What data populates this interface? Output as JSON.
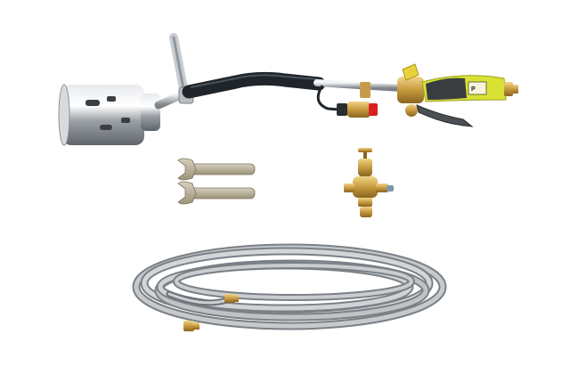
{
  "photo": {
    "background": "#ffffff",
    "subjects": [
      "torch-assembly",
      "spanner-wrenches",
      "pressure-regulator",
      "gas-hose-coil"
    ]
  },
  "torch": {
    "handle_logo": "P",
    "colors": {
      "nozzle": "#c9cdd2",
      "hose_sleeve": "#1f252b",
      "handle": "#d9e234",
      "handle_grip": "#3a3d40",
      "brass": "#c9a24a",
      "valve_knob": "#e8d23a",
      "safety_valve_red": "#d82020"
    }
  },
  "wrenches": {
    "count": 2,
    "color": "#b3a98f"
  },
  "regulator": {
    "color": "#c7943c"
  },
  "hose": {
    "color": "#bfc3c6",
    "fitting_color": "#c9a24a"
  }
}
